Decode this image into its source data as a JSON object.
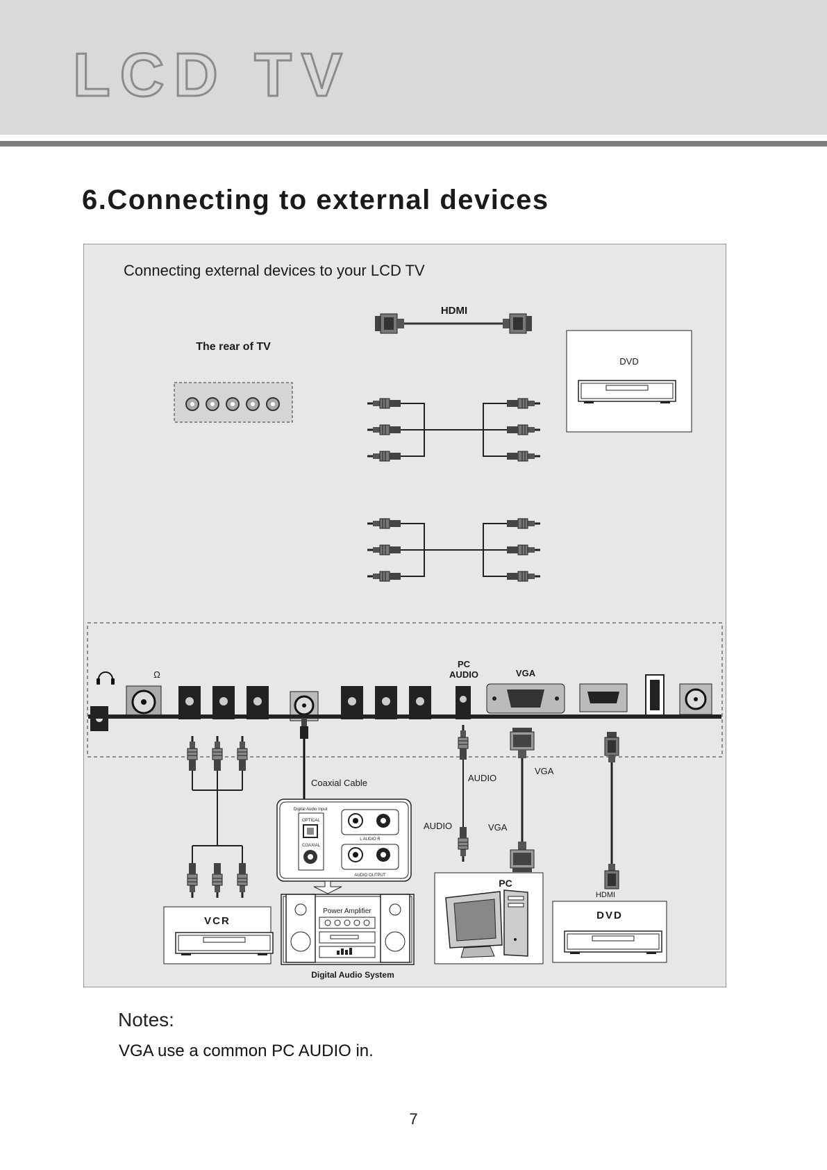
{
  "header": {
    "logo_text": "LCD TV"
  },
  "section": {
    "title": "6.Connecting to external devices"
  },
  "diagram": {
    "panel_heading": "Connecting external devices to your LCD TV",
    "rear_label": "The rear of TV",
    "hdmi_top_label": "HDMI",
    "dvd_top_label": "DVD",
    "port_labels": {
      "pc_audio_1": "PC",
      "pc_audio_2": "AUDIO",
      "vga": "VGA",
      "ohm": "Ω"
    },
    "coaxial_label": "Coaxial Cable",
    "audio_label_upper": "AUDIO",
    "vga_label_upper": "VGA",
    "audio_label_lower": "AUDIO",
    "vga_label_lower": "VGA",
    "amp_panel": {
      "digital_input": "Digital Audio Input",
      "optical": "OPTICAL",
      "coaxial": "COAXIAL",
      "lr": "L    AUDIO    R",
      "audio_output": "AUDIO OUTPUT"
    },
    "pc_label": "PC",
    "hdmi_bottom_label": "HDMI",
    "dvd_bottom_label": "DVD",
    "vcr_label": "VCR",
    "power_amp_label": "Power Amplifier",
    "digital_audio_label": "Digital Audio System"
  },
  "notes": {
    "heading": "Notes:",
    "line": "VGA use a common PC AUDIO in."
  },
  "page_number": "7"
}
